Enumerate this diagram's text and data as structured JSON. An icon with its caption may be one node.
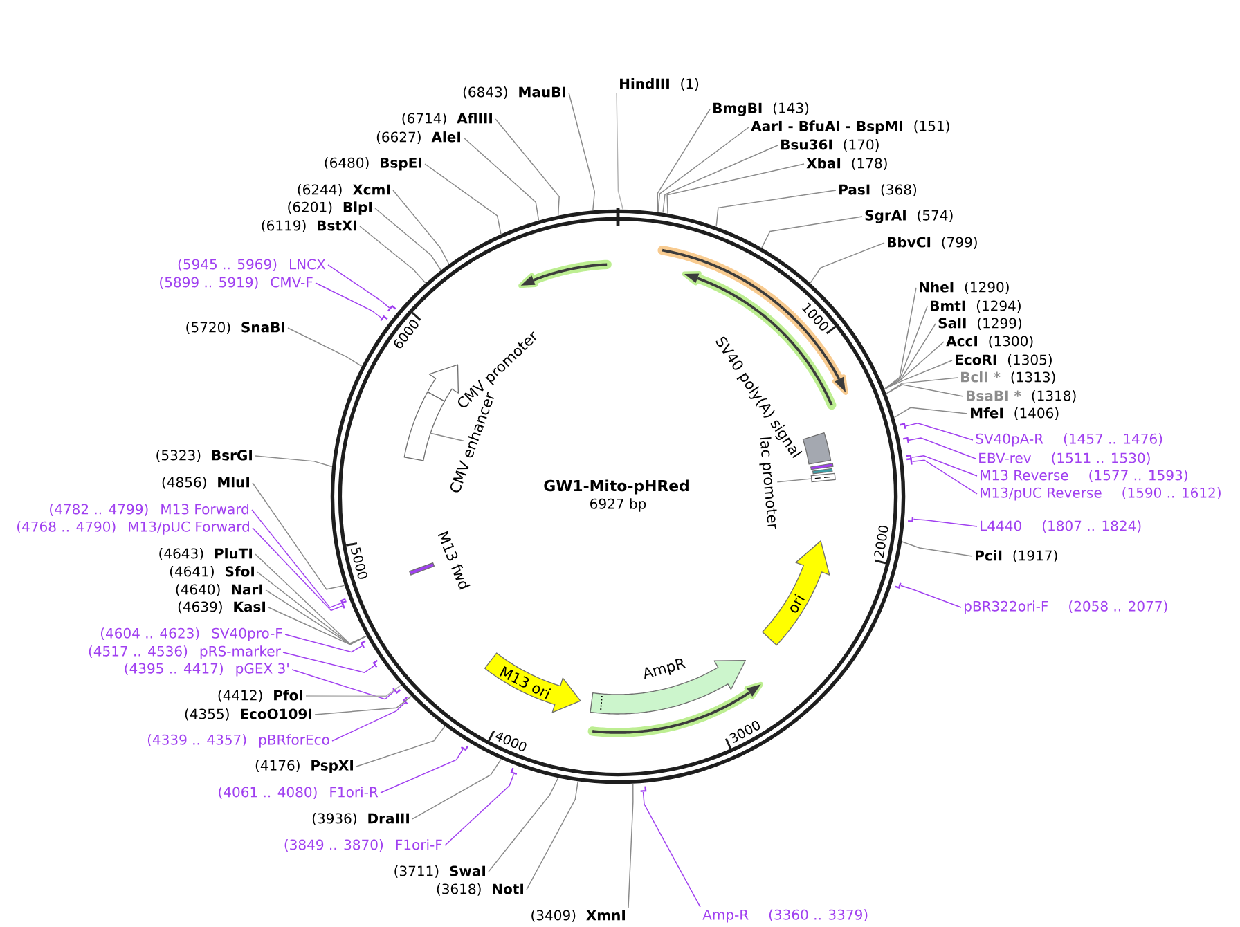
{
  "diagram": {
    "title": "GW1-Mito-pHRed",
    "nodes": [
      {
        "text": [
          "HindIII",
          "(1)"
        ]
      },
      {
        "text": [
          "(6843)",
          "MauBI"
        ]
      },
      {
        "text": [
          "BmgBI",
          "(143)"
        ]
      },
      {
        "text": [
          "(6714)",
          "AflIII"
        ]
      },
      {
        "text": [
          "AarI - BfuAI - BspMI",
          "(151)"
        ]
      },
      {
        "text": [
          "(6627)",
          "AleI"
        ]
      },
      {
        "text": [
          "Bsu36I",
          "(170)"
        ]
      },
      {
        "text": [
          "(6480)",
          "BspEI"
        ]
      },
      {
        "text": [
          "XbaI",
          "(178)"
        ]
      },
      {
        "text": [
          "(6244)",
          "XcmI"
        ]
      },
      {
        "text": [
          "PasI",
          "(368)"
        ]
      },
      {
        "text": [
          "(6201)",
          "BlpI"
        ]
      },
      {
        "text": [
          "SgrAI",
          "(574)"
        ]
      },
      {
        "text": [
          "(6119)",
          "BstXI"
        ]
      },
      {
        "text": [
          "BbvCI",
          "(799)"
        ]
      },
      {
        "text": [
          "(5945 .. 5969)",
          "LNCX"
        ]
      },
      {
        "text": [
          "(5899 .. 5919)",
          "CMV-F"
        ]
      },
      {
        "text": [
          "NheI",
          "(1290)"
        ]
      },
      {
        "text": [
          "BmtI",
          "(1294)"
        ]
      },
      {
        "text": [
          "SalI",
          "(1299)"
        ]
      },
      {
        "text": [
          "(5720)",
          "SnaBI"
        ]
      },
      {
        "text": [
          "AccI",
          "(1300)"
        ]
      },
      {
        "text": [
          "EcoRI",
          "(1305)"
        ]
      },
      {
        "text": [
          "BclI *",
          "(1313)"
        ]
      },
      {
        "text": [
          "BsaBI *",
          "(1318)"
        ]
      },
      {
        "text": [
          "MfeI",
          "(1406)"
        ]
      },
      {
        "text": [
          "SV40pA-R",
          "(1457 .. 1476)"
        ]
      },
      {
        "text": [
          "(5323)",
          "BsrGI"
        ]
      },
      {
        "text": [
          "EBV-rev",
          "(1511 .. 1530)"
        ]
      },
      {
        "text": [
          "M13 Reverse",
          "(1577 .. 1593)"
        ]
      },
      {
        "text": [
          "(4856)",
          "MluI"
        ]
      },
      {
        "text": [
          "M13/pUC Reverse",
          "(1590 .. 1612)"
        ]
      },
      {
        "text": [
          "(4782 .. 4799)",
          "M13 Forward"
        ]
      },
      {
        "text": [
          "L4440",
          "(1807 .. 1824)"
        ]
      },
      {
        "text": [
          "(4768 .. 4790)",
          "M13/pUC Forward"
        ]
      },
      {
        "text": [
          "(4643)",
          "PluTI"
        ]
      },
      {
        "text": [
          "PciI",
          "(1917)"
        ]
      },
      {
        "text": [
          "(4641)",
          "SfoI"
        ]
      },
      {
        "text": [
          "(4640)",
          "NarI"
        ]
      },
      {
        "text": [
          "(4639)",
          "KasI"
        ]
      },
      {
        "text": [
          "pBR322ori-F",
          "(2058 .. 2077)"
        ]
      },
      {
        "text": [
          "(4604 .. 4623)",
          "SV40pro-F"
        ]
      },
      {
        "text": [
          "(4517 .. 4536)",
          "pRS-marker"
        ]
      },
      {
        "text": [
          "(4395 .. 4417)",
          "pGEX 3'"
        ]
      },
      {
        "text": [
          "(4412)",
          "PfoI"
        ]
      },
      {
        "text": [
          "(4355)",
          "EcoO109I"
        ]
      },
      {
        "text": [
          "(4339 .. 4357)",
          "pBRforEco"
        ]
      },
      {
        "text": [
          "(4176)",
          "PspXI"
        ]
      },
      {
        "text": [
          "(4061 .. 4080)",
          "F1ori-R"
        ]
      },
      {
        "text": [
          "(3936)",
          "DraIII"
        ]
      },
      {
        "text": [
          "(3849 .. 3870)",
          "F1ori-F"
        ]
      },
      {
        "text": [
          "(3711)",
          "SwaI"
        ]
      },
      {
        "text": [
          "(3618)",
          "NotI"
        ]
      },
      {
        "text": [
          "(3409)",
          "XmnI"
        ]
      },
      {
        "text": [
          "Amp-R",
          "(3360 .. 3379)"
        ]
      },
      {
        "text": [],
        "shape": "circle"
      },
      {
        "text": [
          "CMV promoter"
        ],
        "in": 55
      },
      {
        "text": [
          "CMV enhancer"
        ],
        "in": 55
      },
      {
        "text": [],
        "shape": "box",
        "in": 55
      },
      {
        "text": [
          "SV40 poly(A) signal"
        ],
        "in": 55
      },
      {
        "text": [
          "lac promoter"
        ],
        "in": 55
      },
      {
        "text": [],
        "shape": "box",
        "in": 55
      },
      {
        "text": [
          "M13 fwd"
        ],
        "in": 55
      },
      {
        "text": [
          "ori"
        ],
        "in": 55
      },
      {
        "text": [
          "AmpR"
        ],
        "in": 55
      },
      {
        "text": [
          "M13 ori"
        ],
        "in": 55
      },
      {
        "text": [],
        "shape": "bar"
      },
      {
        "text": [],
        "shape": "bar"
      },
      {
        "text": [],
        "shape": "bar"
      },
      {
        "text": [],
        "shape": "bar"
      },
      {
        "text": [],
        "shape": "bar"
      },
      {
        "text": [],
        "shape": "bar"
      },
      {
        "text": [],
        "shape": "bar"
      },
      {
        "text": [],
        "shape": "bar"
      },
      {
        "text": [],
        "shape": "bar"
      },
      {
        "text": [],
        "shape": "bar"
      },
      {
        "text": [],
        "shape": "bar"
      },
      {
        "text": [],
        "shape": "bar"
      },
      {
        "text": [],
        "shape": "bar"
      },
      {
        "text": [],
        "shape": "bar"
      },
      {
        "text": [],
        "shape": "bar"
      },
      {
        "text": [],
        "shape": "bar"
      },
      {
        "text": [],
        "shape": "bar"
      }
    ],
    "edges": [
      {
        "from": 0,
        "to": 55,
        "arrow": "none",
        "color": "#b4b4b4"
      },
      {
        "from": 1,
        "to": 55,
        "arrow": "none"
      },
      {
        "from": 2,
        "to": 55,
        "arrow": "none"
      },
      {
        "from": 3,
        "to": 55,
        "arrow": "none"
      },
      {
        "from": 4,
        "to": 55,
        "arrow": "none"
      },
      {
        "from": 5,
        "to": 55,
        "arrow": "none"
      },
      {
        "from": 6,
        "to": 55,
        "arrow": "none"
      },
      {
        "from": 7,
        "to": 55,
        "arrow": "none"
      },
      {
        "from": 8,
        "to": 55,
        "arrow": "none"
      },
      {
        "from": 9,
        "to": 55,
        "arrow": "none"
      },
      {
        "from": 10,
        "to": 55,
        "arrow": "none"
      },
      {
        "from": 11,
        "to": 55,
        "arrow": "none"
      },
      {
        "from": 12,
        "to": 55,
        "arrow": "none"
      },
      {
        "from": 13,
        "to": 55,
        "arrow": "none"
      },
      {
        "from": 14,
        "to": 55,
        "arrow": "none"
      },
      {
        "from": 15,
        "to": 66,
        "arrow": "none",
        "color": "#a040f0"
      },
      {
        "from": 16,
        "to": 67,
        "arrow": "none",
        "color": "#a040f0"
      },
      {
        "from": 17,
        "to": 55,
        "arrow": "none"
      },
      {
        "from": 18,
        "to": 55,
        "arrow": "none"
      },
      {
        "from": 19,
        "to": 55,
        "arrow": "none"
      },
      {
        "from": 20,
        "to": 55,
        "arrow": "none"
      },
      {
        "from": 21,
        "to": 55,
        "arrow": "none"
      },
      {
        "from": 22,
        "to": 55,
        "arrow": "none"
      },
      {
        "from": 23,
        "to": 55,
        "arrow": "none"
      },
      {
        "from": 24,
        "to": 55,
        "arrow": "none"
      },
      {
        "from": 25,
        "to": 55,
        "arrow": "none"
      },
      {
        "from": 26,
        "to": 68,
        "arrow": "none",
        "color": "#a040f0"
      },
      {
        "from": 27,
        "to": 55,
        "arrow": "none"
      },
      {
        "from": 28,
        "to": 69,
        "arrow": "none",
        "color": "#a040f0"
      },
      {
        "from": 29,
        "to": 70,
        "arrow": "none",
        "color": "#a040f0"
      },
      {
        "from": 30,
        "to": 55,
        "arrow": "none"
      },
      {
        "from": 31,
        "to": 71,
        "arrow": "none",
        "color": "#a040f0"
      },
      {
        "from": 32,
        "to": 72,
        "arrow": "none",
        "color": "#a040f0"
      },
      {
        "from": 33,
        "to": 73,
        "arrow": "none",
        "color": "#a040f0"
      },
      {
        "from": 34,
        "to": 74,
        "arrow": "none",
        "color": "#a040f0"
      },
      {
        "from": 35,
        "to": 55,
        "arrow": "none"
      },
      {
        "from": 36,
        "to": 55,
        "arrow": "none"
      },
      {
        "from": 37,
        "to": 55,
        "arrow": "none"
      },
      {
        "from": 38,
        "to": 55,
        "arrow": "none"
      },
      {
        "from": 39,
        "to": 55,
        "arrow": "none"
      },
      {
        "from": 40,
        "to": 75,
        "arrow": "none",
        "color": "#a040f0"
      },
      {
        "from": 41,
        "to": 76,
        "arrow": "none",
        "color": "#a040f0"
      },
      {
        "from": 42,
        "to": 77,
        "arrow": "none",
        "color": "#a040f0"
      },
      {
        "from": 43,
        "to": 78,
        "arrow": "none",
        "color": "#a040f0"
      },
      {
        "from": 44,
        "to": 55,
        "arrow": "none",
        "color": "#a9a9a9"
      },
      {
        "from": 45,
        "to": 55,
        "arrow": "none"
      },
      {
        "from": 46,
        "to": 79,
        "arrow": "none",
        "color": "#a040f0"
      },
      {
        "from": 47,
        "to": 55,
        "arrow": "none"
      },
      {
        "from": 48,
        "to": 80,
        "arrow": "none",
        "color": "#a040f0"
      },
      {
        "from": 49,
        "to": 55,
        "arrow": "none"
      },
      {
        "from": 50,
        "to": 81,
        "arrow": "none",
        "color": "#a040f0"
      },
      {
        "from": 51,
        "to": 55,
        "arrow": "none"
      },
      {
        "from": 52,
        "to": 55,
        "arrow": "none"
      },
      {
        "from": 53,
        "to": 55,
        "arrow": "none"
      },
      {
        "from": 54,
        "to": 82,
        "arrow": "none",
        "color": "#a040f0"
      },
      {
        "from": 57,
        "to": 58,
        "arrow": "none"
      },
      {
        "from": 60,
        "to": 61,
        "arrow": "none"
      }
    ],
    "labels": [
      "6927 bp",
      "1000",
      "2000",
      "3000",
      "4000",
      "5000",
      "6000"
    ]
  }
}
